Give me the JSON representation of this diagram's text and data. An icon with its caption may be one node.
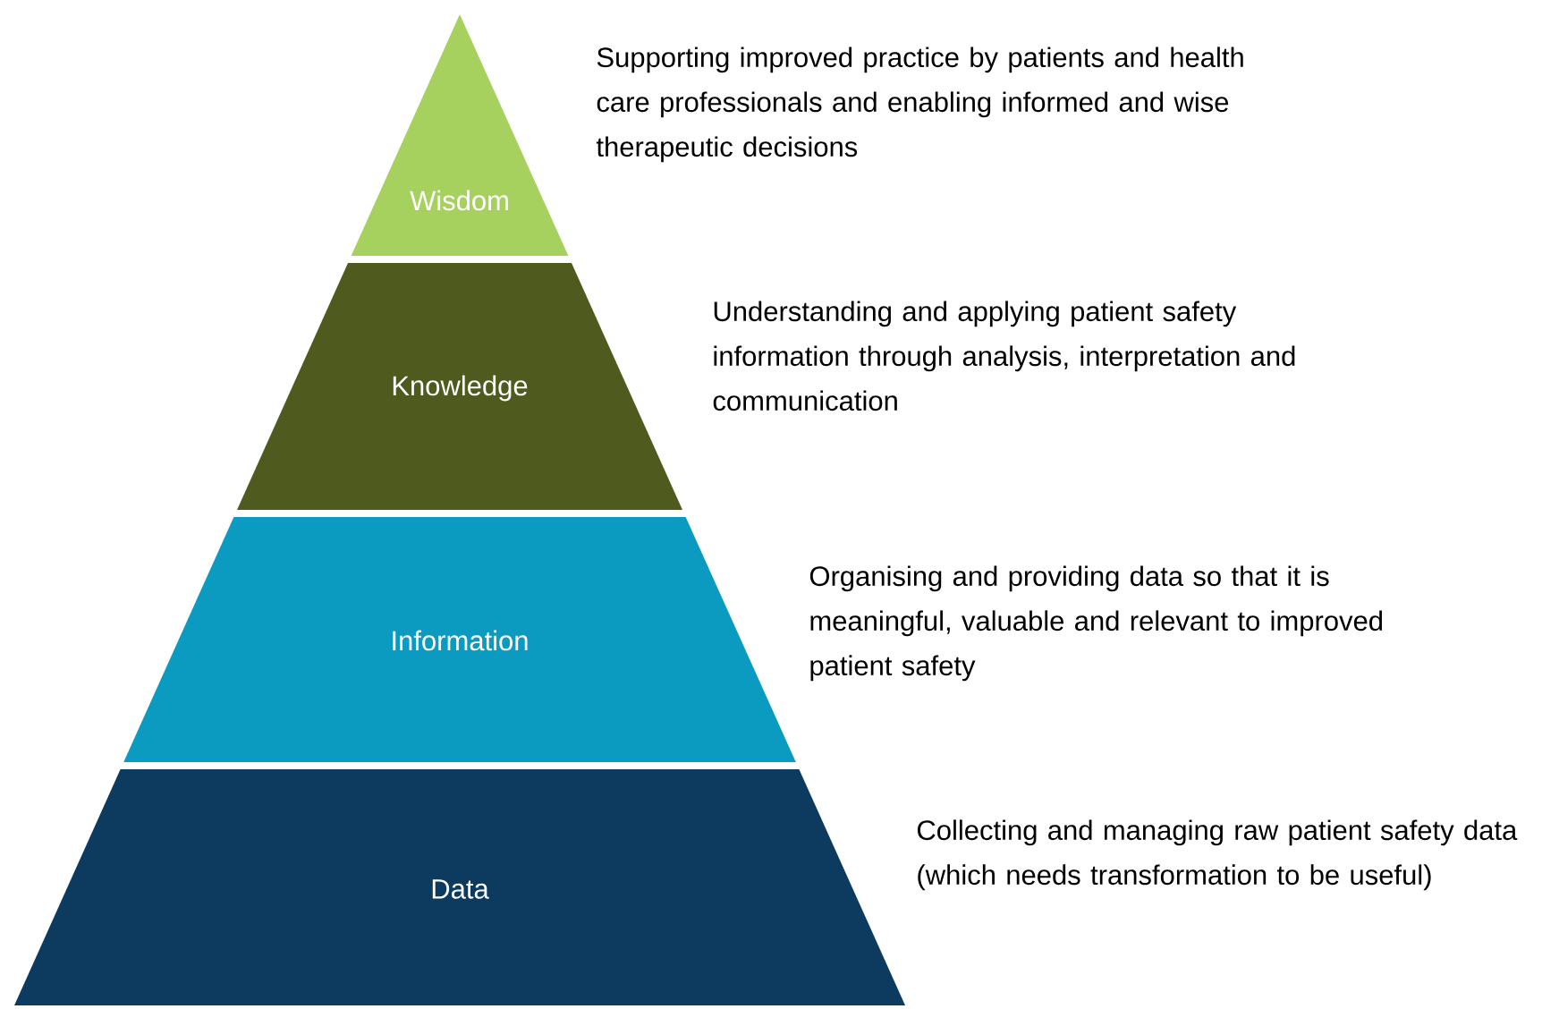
{
  "diagram": {
    "nodes": [
      {
        "text": [
          "Wisdom"
        ],
        "beside": [
          "Supporting improved practice by patients and health care professionals and enabling informed and wise therapeutic decisions"
        ]
      },
      {
        "text": [
          "Knowledge"
        ],
        "beside": [
          "Understanding and applying patient safety information through analysis, interpretation and communication"
        ]
      },
      {
        "text": [
          "Information"
        ],
        "beside": [
          "Organising and providing data so that it is meaningful, valuable and relevant to improved patient safety"
        ]
      },
      {
        "text": [
          "Data"
        ],
        "beside": [
          "Collecting and managing raw patient safety data (which needs transformation to be useful)"
        ]
      }
    ]
  }
}
